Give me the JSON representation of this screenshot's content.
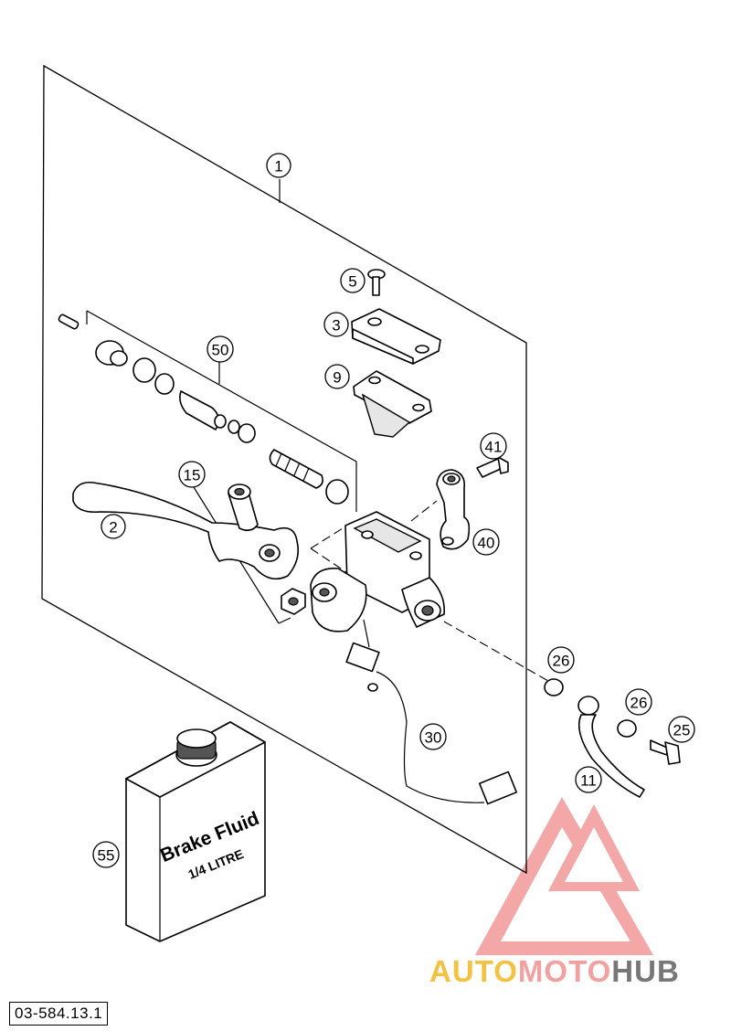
{
  "diagram": {
    "reference_code": "03-584.13.1",
    "callouts": [
      {
        "id": "c1",
        "label": "1"
      },
      {
        "id": "c2",
        "label": "2"
      },
      {
        "id": "c3",
        "label": "3"
      },
      {
        "id": "c5",
        "label": "5"
      },
      {
        "id": "c9",
        "label": "9"
      },
      {
        "id": "c11",
        "label": "11"
      },
      {
        "id": "c15",
        "label": "15"
      },
      {
        "id": "c25",
        "label": "25"
      },
      {
        "id": "c26a",
        "label": "26"
      },
      {
        "id": "c26b",
        "label": "26"
      },
      {
        "id": "c30",
        "label": "30"
      },
      {
        "id": "c40",
        "label": "40"
      },
      {
        "id": "c41",
        "label": "41"
      },
      {
        "id": "c50",
        "label": "50"
      },
      {
        "id": "c55",
        "label": "55"
      }
    ],
    "bottle": {
      "line1": "Brake Fluid",
      "line2": "1/4 LITRE"
    }
  },
  "watermark": {
    "part1": "AUTO",
    "part2": "MOTO",
    "part3": "HUB",
    "colors": {
      "part1": "#f4c242",
      "part2": "#f2a0a0",
      "part3": "#777777",
      "logo": "#f08a8a"
    }
  }
}
